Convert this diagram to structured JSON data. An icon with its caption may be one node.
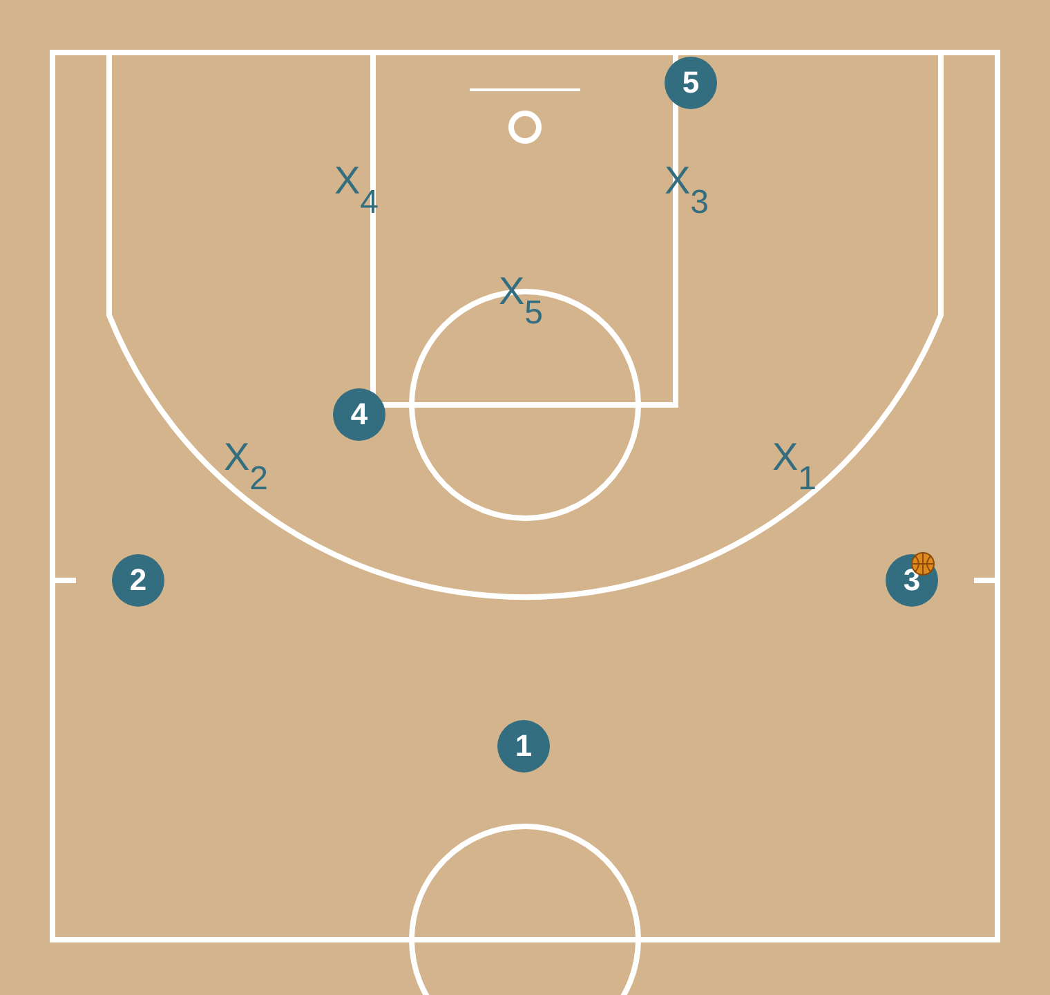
{
  "diagram": {
    "nodes": [
      {
        "text": [
          "5"
        ]
      },
      {
        "text": [
          "X$_{4}$"
        ]
      },
      {
        "text": [
          "X$_{3}$"
        ]
      },
      {
        "text": [
          "X$_{5}$"
        ]
      },
      {
        "text": [
          "4"
        ]
      },
      {
        "text": [
          "X$_{2}$"
        ]
      },
      {
        "text": [
          "X$_{1}$"
        ]
      },
      {
        "text": [
          "2"
        ]
      },
      {
        "text": [
          "3"
        ]
      },
      {
        "text": [
          "1"
        ]
      }
    ],
    "edges": []
  }
}
